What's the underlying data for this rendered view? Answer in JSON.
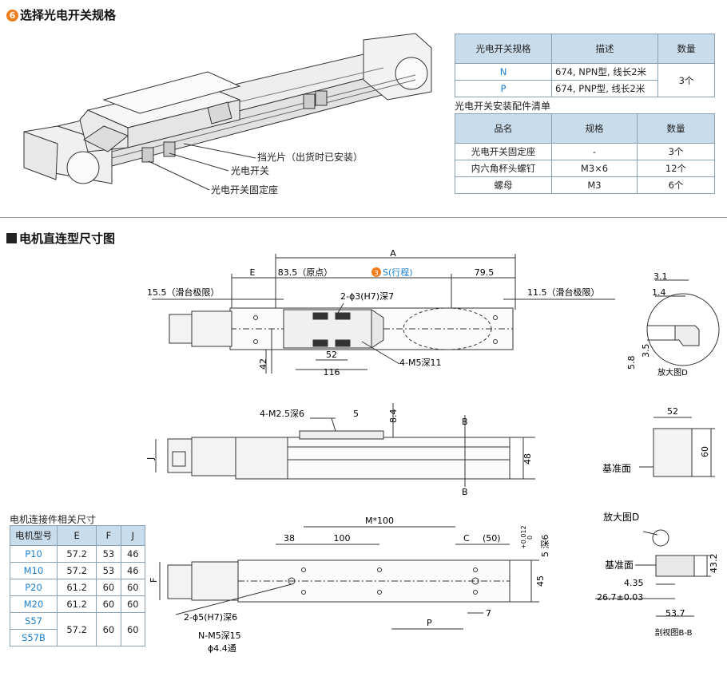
{
  "section1": {
    "badge": "6",
    "title": "选择光电开关规格"
  },
  "callouts": {
    "shield": "挡光片（出货时已安装）",
    "switch": "光电开关",
    "mount": "光电开关固定座"
  },
  "table1": {
    "headers": [
      "光电开关规格",
      "描述",
      "数量"
    ],
    "rows": [
      {
        "spec": "N",
        "desc": "674, NPN型, 线长2米"
      },
      {
        "spec": "P",
        "desc": "674, PNP型, 线长2米"
      }
    ],
    "qty": "3个"
  },
  "table2": {
    "caption": "光电开关安装配件清单",
    "headers": [
      "品名",
      "规格",
      "数量"
    ],
    "rows": [
      {
        "name": "光电开关固定座",
        "spec": "-",
        "qty": "3个"
      },
      {
        "name": "内六角杯头螺钉",
        "spec": "M3×6",
        "qty": "12个"
      },
      {
        "name": "螺母",
        "spec": "M3",
        "qty": "6个"
      }
    ]
  },
  "section2": {
    "title": "电机直连型尺寸图"
  },
  "dims_top": {
    "A": "A",
    "E": "E",
    "d835": "83.5（原点）",
    "stroke_badge": "3",
    "stroke": "S(行程)",
    "d795": "79.5",
    "d155": "15.5（滑台极限）",
    "d115": "11.5（滑台极限）",
    "hole": "2-ϕ3(H7)深7",
    "d52": "52",
    "d116": "116",
    "m5": "4-M5深11",
    "d42": "42"
  },
  "detail_d": {
    "d31": "3.1",
    "d14": "1.4",
    "d58": "5.8",
    "d35": "3.5",
    "label": "放大图D"
  },
  "dims_side": {
    "m25": "4-M2.5深6",
    "d5": "5",
    "d84": "8.4",
    "B": "B",
    "J": "J",
    "d48": "48"
  },
  "end_view": {
    "d52": "52",
    "d60": "60",
    "ref": "基准面"
  },
  "dims_bottom": {
    "M100": "M*100",
    "d38": "38",
    "d100": "100",
    "C": "C",
    "d50": "(50)",
    "tol": "+0.012",
    "tol0": "0",
    "d5deep": "5 深6",
    "F": "F",
    "d45": "45",
    "hole5": "2-ϕ5(H7)深6",
    "nm5": "N-M5深15",
    "thru": "ϕ4.4通",
    "P": "P",
    "d7": "7"
  },
  "section_bb": {
    "zoom": "放大图D",
    "ref": "基准面",
    "d435": "4.35",
    "d267": "26.7±0.03",
    "d537": "53.7",
    "d432": "43.2",
    "label": "剖视图B-B"
  },
  "table3": {
    "caption": "电机连接件相关尺寸",
    "headers": [
      "电机型号",
      "E",
      "F",
      "J"
    ],
    "rows": [
      [
        "P10",
        "57.2",
        "53",
        "46"
      ],
      [
        "M10",
        "57.2",
        "53",
        "46"
      ],
      [
        "P20",
        "61.2",
        "60",
        "60"
      ],
      [
        "M20",
        "61.2",
        "60",
        "60"
      ]
    ],
    "last_models": [
      "S57",
      "S57B"
    ],
    "last_values": [
      "57.2",
      "60",
      "60"
    ]
  }
}
